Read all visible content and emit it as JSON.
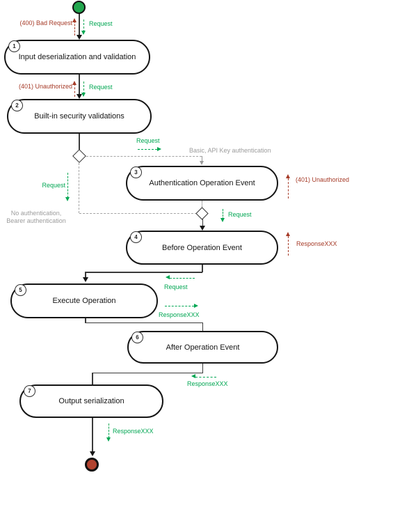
{
  "diagram_type": "activity-flowchart",
  "nodes": [
    {
      "num": "1",
      "label": "Input deserialization and validation"
    },
    {
      "num": "2",
      "label": "Built-in security validations"
    },
    {
      "num": "3",
      "label": "Authentication Operation Event"
    },
    {
      "num": "4",
      "label": "Before Operation Event"
    },
    {
      "num": "5",
      "label": "Execute Operation"
    },
    {
      "num": "6",
      "label": "After Operation Event"
    },
    {
      "num": "7",
      "label": "Output serialization"
    }
  ],
  "labels": {
    "request": "Request",
    "bad_request": "(400) Bad Request",
    "unauthorized": "(401) Unauthorized",
    "response": "ResponseXXX",
    "basic_auth": "Basic, API Key authentication",
    "no_auth_line1": "No authentication,",
    "no_auth_line2": "Bearer authentication"
  },
  "colors": {
    "request_green": "#00a652",
    "error_red": "#a63b28",
    "path_gray": "#9c9c9c",
    "node_border": "#151515",
    "start_fill": "#22a64e",
    "end_fill": "#b2432f"
  }
}
